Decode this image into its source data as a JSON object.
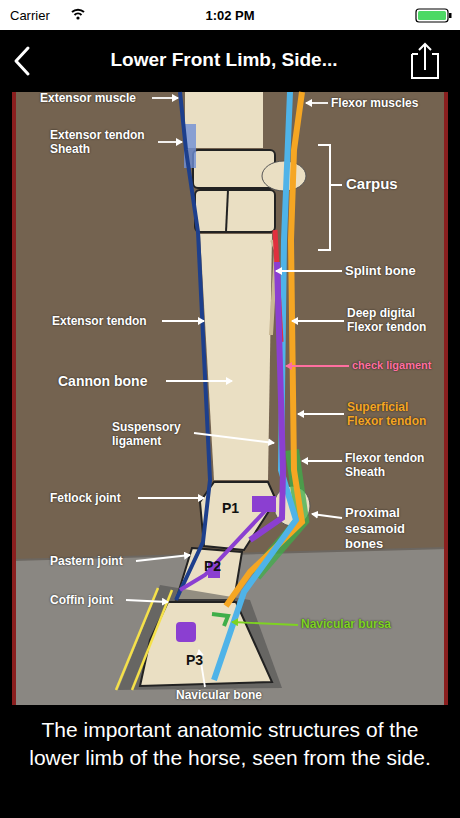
{
  "diagram": {
    "title": "Lower Front Limb, Side...",
    "caption": "The important anatomic structures of the lower limb of the horse, seen from the side.",
    "labels": [
      "Carrier",
      "1:02 PM",
      "Extensor muscle",
      "Flexor muscles",
      "Extensor tendon Sheath",
      "Carpus",
      "Splint bone",
      "Extensor tendon",
      "Deep digital Flexor tendon",
      "check ligament",
      "Cannon bone",
      "Superficial Flexor tendon",
      "Suspensory ligament",
      "Flexor tendon Sheath",
      "Fetlock joint",
      "Proximal sesamoid bones",
      "P1",
      "Pastern joint",
      "P2",
      "Coffin joint",
      "Navicular bursa",
      "P3",
      "Navicular bone"
    ]
  }
}
